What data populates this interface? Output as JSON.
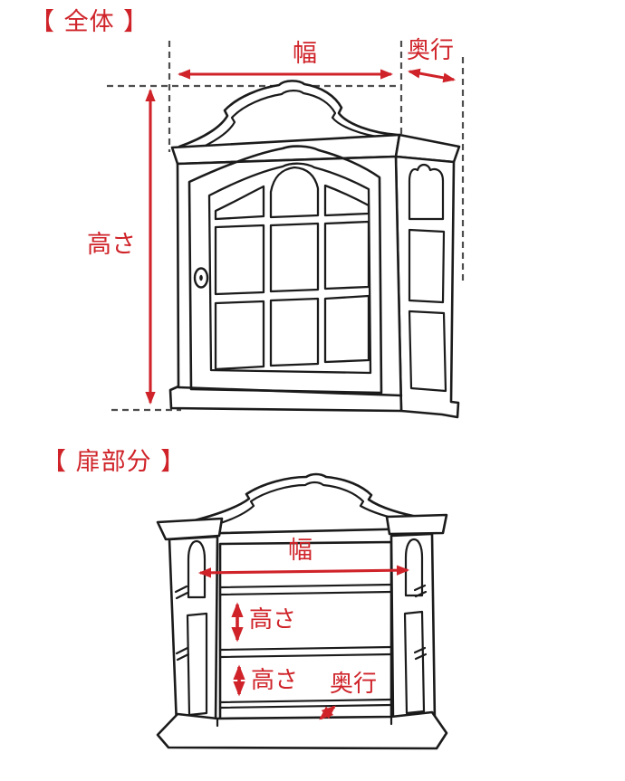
{
  "colors": {
    "red": "#cf2329",
    "dash": "#4d4d4d",
    "ink": "#1b1b1b",
    "bg": "#ffffff"
  },
  "overall_section": {
    "title": "【 全体 】",
    "width_label": "幅",
    "depth_label": "奥行",
    "height_label": "高さ"
  },
  "door_section": {
    "title": "【 扉部分 】",
    "width_label": "幅",
    "upper_height_label": "高さ",
    "lower_height_label": "高さ",
    "depth_label": "奥行"
  }
}
